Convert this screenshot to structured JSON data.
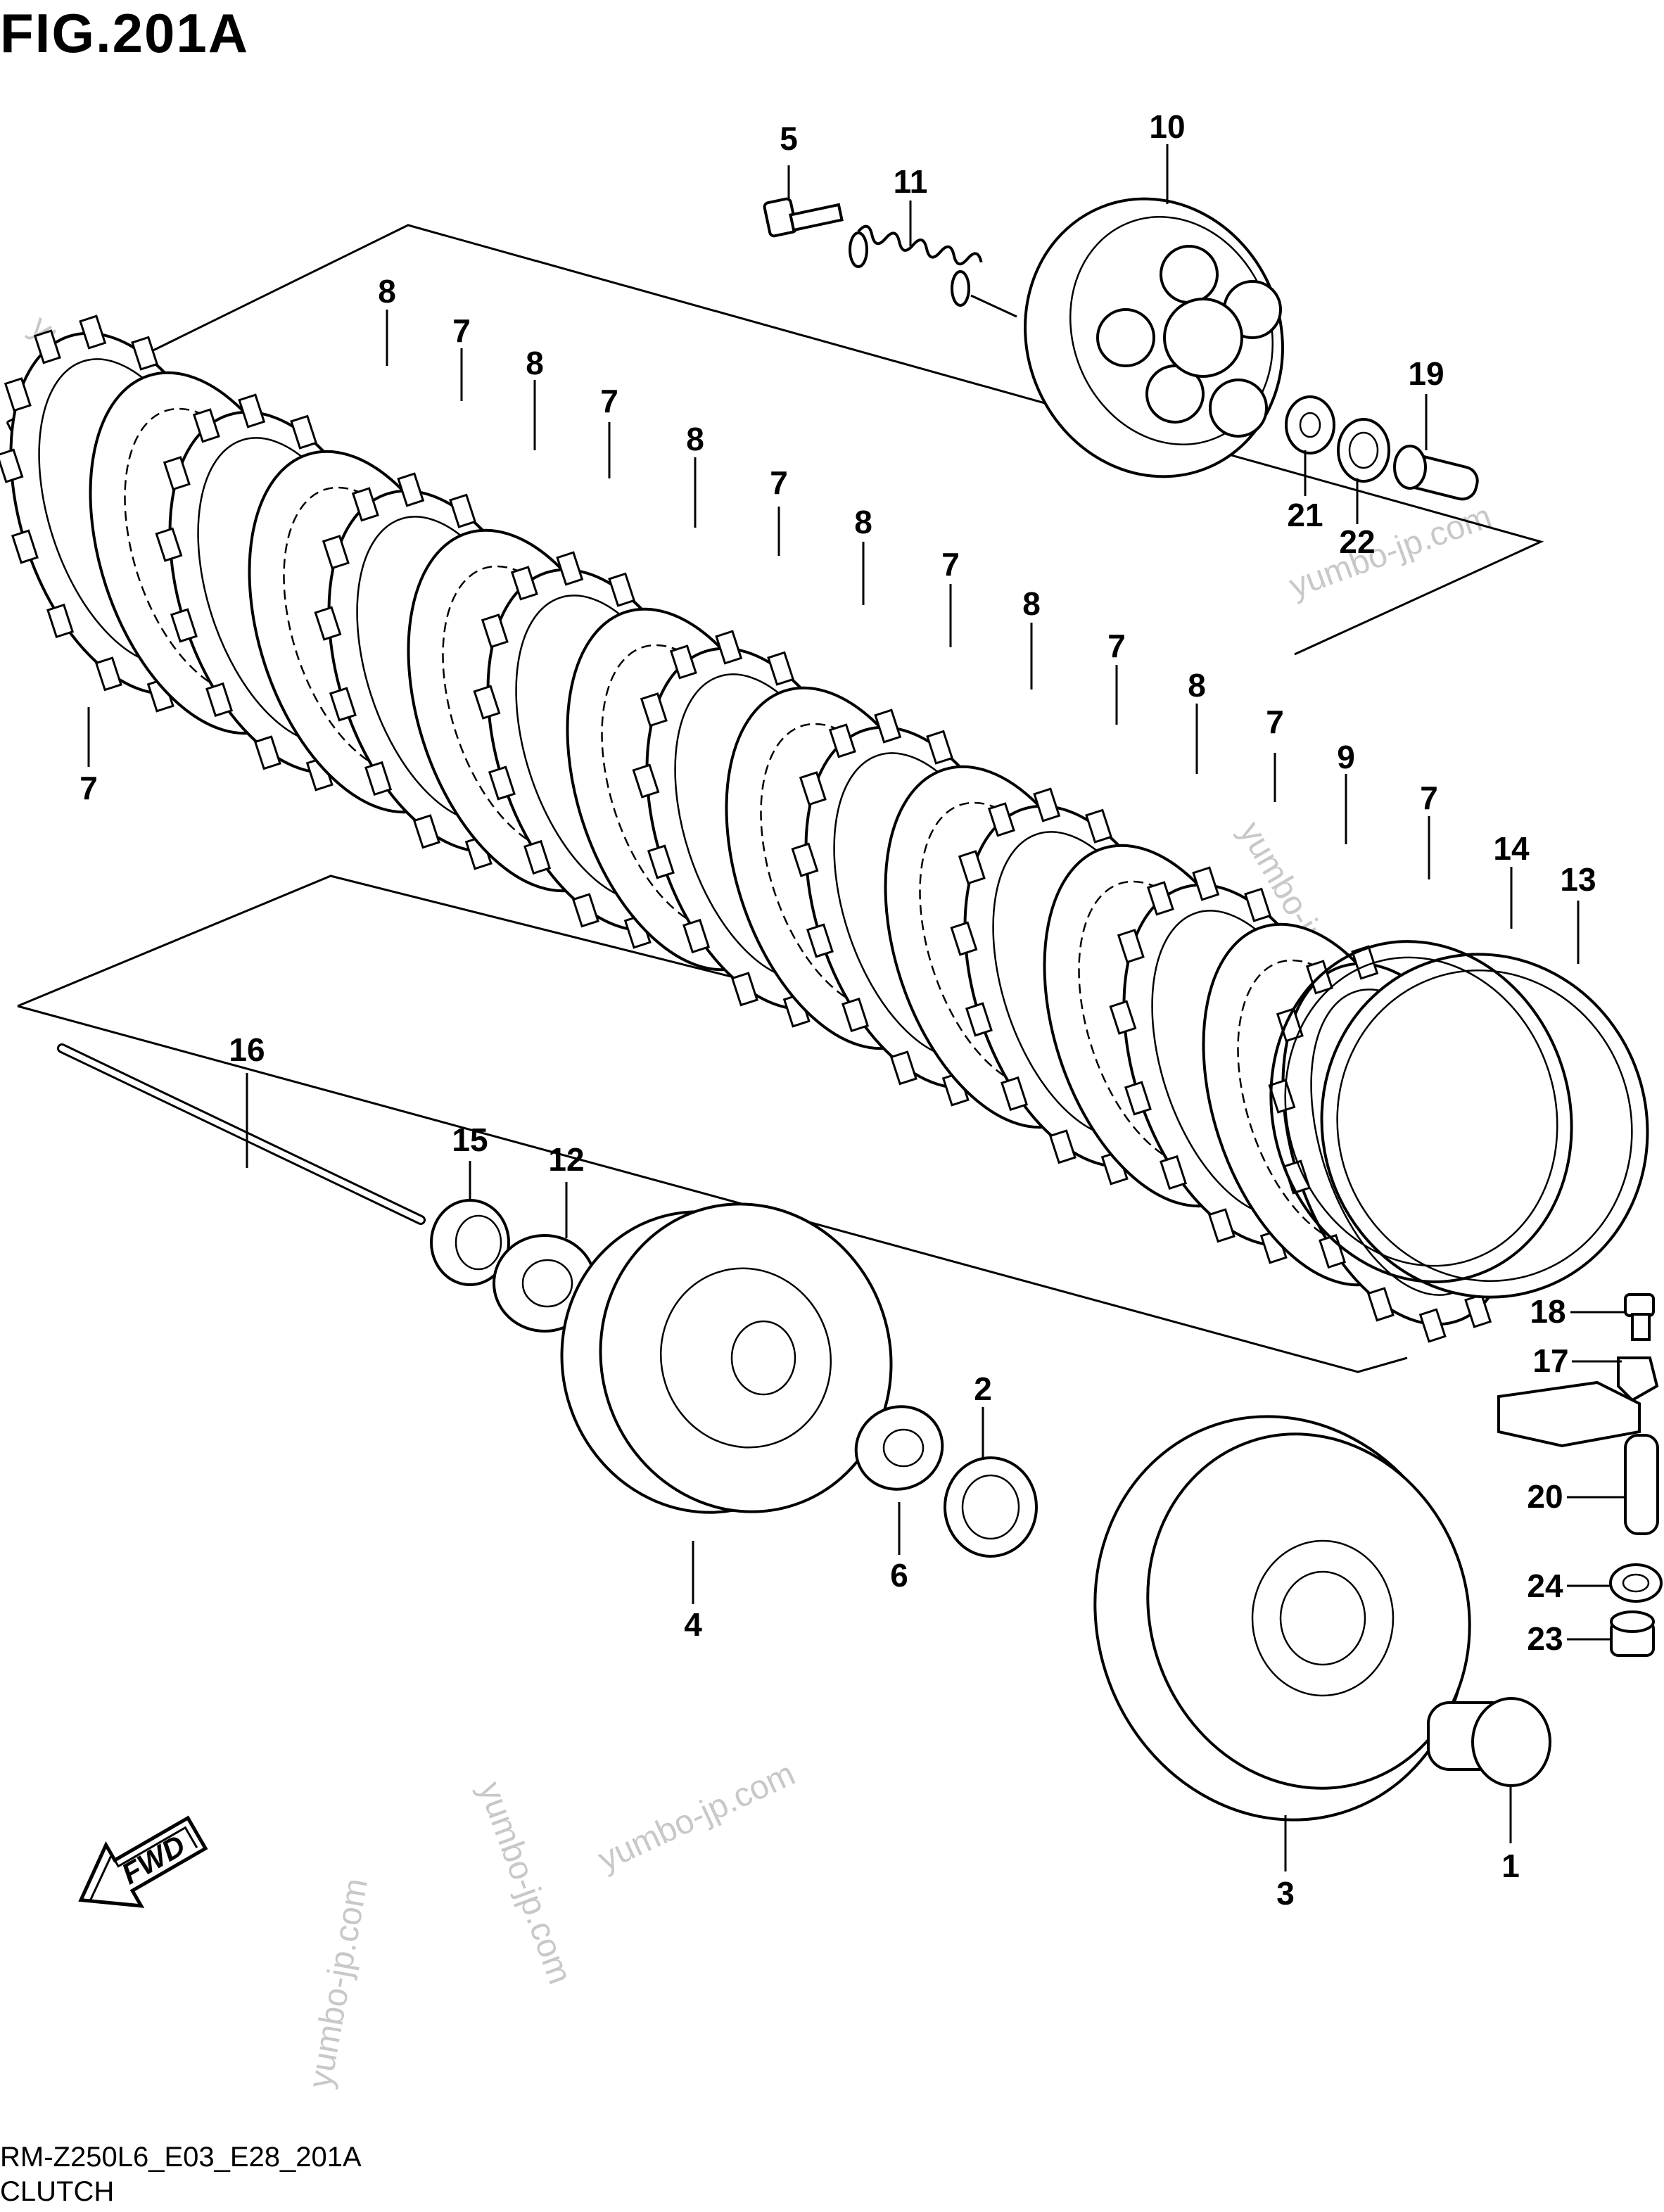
{
  "figure": {
    "title": "FIG.201A",
    "code": "RM-Z250L6_E03_E28_201A",
    "caption": "CLUTCH"
  },
  "fwd_badge": {
    "label": "FWD"
  },
  "watermark": {
    "text": "yumbo-jp.com"
  },
  "callouts": [
    {
      "id": "c5",
      "label": "5"
    },
    {
      "id": "c10",
      "label": "10"
    },
    {
      "id": "c11",
      "label": "11"
    },
    {
      "id": "c19",
      "label": "19"
    },
    {
      "id": "c21",
      "label": "21"
    },
    {
      "id": "c22",
      "label": "22"
    },
    {
      "id": "c8a",
      "label": "8"
    },
    {
      "id": "c7a",
      "label": "7"
    },
    {
      "id": "c8b",
      "label": "8"
    },
    {
      "id": "c7b",
      "label": "7"
    },
    {
      "id": "c8c",
      "label": "8"
    },
    {
      "id": "c7c",
      "label": "7"
    },
    {
      "id": "c8d",
      "label": "8"
    },
    {
      "id": "c7d",
      "label": "7"
    },
    {
      "id": "c8e",
      "label": "8"
    },
    {
      "id": "c7e",
      "label": "7"
    },
    {
      "id": "c8f",
      "label": "8"
    },
    {
      "id": "c7f",
      "label": "7"
    },
    {
      "id": "c7g",
      "label": "7"
    },
    {
      "id": "c9",
      "label": "9"
    },
    {
      "id": "c7h",
      "label": "7"
    },
    {
      "id": "c14",
      "label": "14"
    },
    {
      "id": "c13",
      "label": "13"
    },
    {
      "id": "c16",
      "label": "16"
    },
    {
      "id": "c15",
      "label": "15"
    },
    {
      "id": "c12",
      "label": "12"
    },
    {
      "id": "c2",
      "label": "2"
    },
    {
      "id": "c6",
      "label": "6"
    },
    {
      "id": "c4",
      "label": "4"
    },
    {
      "id": "c18",
      "label": "18"
    },
    {
      "id": "c17",
      "label": "17"
    },
    {
      "id": "c20",
      "label": "20"
    },
    {
      "id": "c24",
      "label": "24"
    },
    {
      "id": "c23",
      "label": "23"
    },
    {
      "id": "c3",
      "label": "3"
    },
    {
      "id": "c1",
      "label": "1"
    }
  ],
  "icons": {
    "fwd_arrow": "fwd-arrow-icon"
  }
}
